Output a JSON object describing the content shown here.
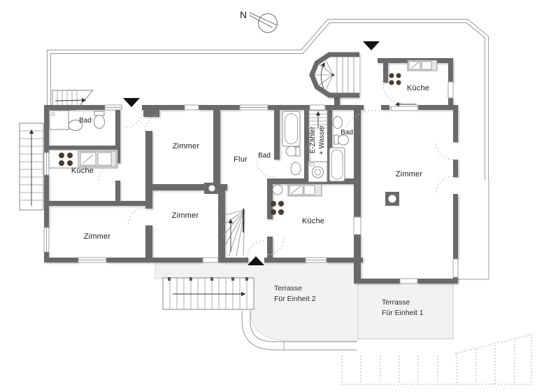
{
  "compass": {
    "label": "N"
  },
  "labels": {
    "bad_left": "Bad",
    "kueche_left": "Küche",
    "zimmer_bottom_left": "Zimmer",
    "zimmer_center_top": "Zimmer",
    "zimmer_center_bottom": "Zimmer",
    "flur": "Flur",
    "bad_center": "Bad",
    "meter_line1": "E-Zähler",
    "meter_line2": "+ Wasser",
    "bad_right": "Bad",
    "kueche_center": "Küche",
    "kueche_top_right": "Küche",
    "zimmer_right": "Zimmer",
    "terrace2_line1": "Terrasse",
    "terrace2_line2": "Für Einheit 2",
    "terrace1_line1": "Terrasse",
    "terrace1_line2": "Für Einheit 1"
  },
  "colors": {
    "wall": "#6a6a6a",
    "outline": "#9a9a9a",
    "terrace_fill": "#f2f2f2",
    "terrace_edge": "#c8c8c8",
    "door_arc": "#bdbdbd",
    "burner": "#4a3a33",
    "marker": "#111111",
    "dotted": "#9b9b9b"
  }
}
